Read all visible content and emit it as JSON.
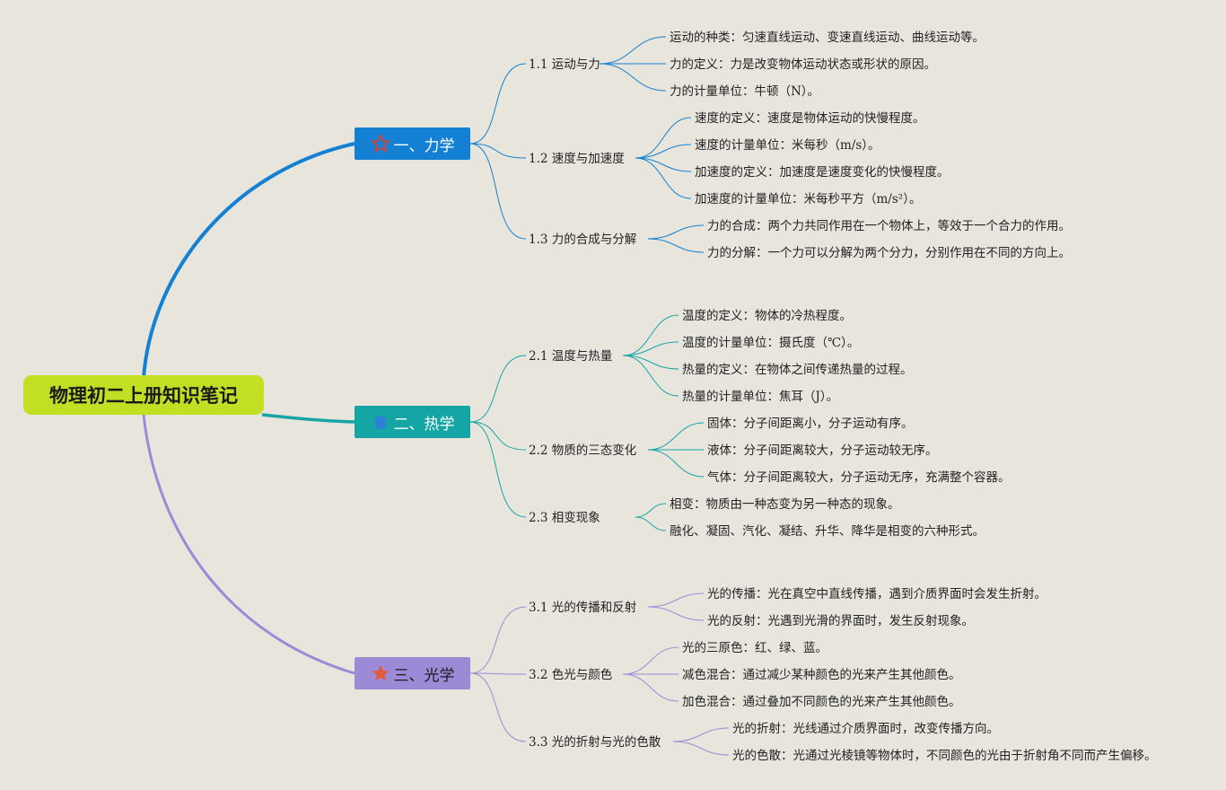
{
  "root": {
    "label": "物理初二上册知识笔记",
    "color": "#c2df24"
  },
  "branches": [
    {
      "label": "一、力学",
      "color": "#1380d3",
      "icon": "star-outline-icon",
      "icon_color": "#d0453a",
      "topics": [
        {
          "label": "1.1 运动与力",
          "leaves": [
            "运动的种类：匀速直线运动、变速直线运动、曲线运动等。",
            "力的定义：力是改变物体运动状态或形状的原因。",
            "力的计量单位：牛顿（N）。"
          ]
        },
        {
          "label": "1.2 速度与加速度",
          "leaves": [
            "速度的定义：速度是物体运动的快慢程度。",
            "速度的计量单位：米每秒（m/s）。",
            "加速度的定义：加速度是速度变化的快慢程度。",
            "加速度的计量单位：米每秒平方（m/s²）。"
          ]
        },
        {
          "label": "1.3 力的合成与分解",
          "leaves": [
            "力的合成：两个力共同作用在一个物体上，等效于一个合力的作用。",
            "力的分解：一个力可以分解为两个分力，分别作用在不同的方向上。"
          ]
        }
      ]
    },
    {
      "label": "二、热学",
      "color": "#16a5a5",
      "icon": "house-icon",
      "icon_color": "#2f7fd9",
      "topics": [
        {
          "label": "2.1 温度与热量",
          "leaves": [
            "温度的定义：物体的冷热程度。",
            "温度的计量单位：摄氏度（℃）。",
            "热量的定义：在物体之间传递热量的过程。",
            "热量的计量单位：焦耳（J）。"
          ]
        },
        {
          "label": "2.2 物质的三态变化",
          "leaves": [
            "固体：分子间距离小，分子运动有序。",
            "液体：分子间距离较大，分子运动较无序。",
            "气体：分子间距离较大，分子运动无序，充满整个容器。"
          ]
        },
        {
          "label": "2.3 相变现象",
          "leaves": [
            "相变：物质由一种态变为另一种态的现象。",
            "融化、凝固、汽化、凝结、升华、降华是相变的六种形式。"
          ]
        }
      ]
    },
    {
      "label": "三、光学",
      "color": "#9d8ad6",
      "icon": "star-filled-icon",
      "icon_color": "#e35a3a",
      "topics": [
        {
          "label": "3.1 光的传播和反射",
          "leaves": [
            "光的传播：光在真空中直线传播，遇到介质界面时会发生折射。",
            "光的反射：光遇到光滑的界面时，发生反射现象。"
          ]
        },
        {
          "label": "3.2 色光与颜色",
          "leaves": [
            "光的三原色：红、绿、蓝。",
            "减色混合：通过减少某种颜色的光来产生其他颜色。",
            "加色混合：通过叠加不同颜色的光来产生其他颜色。"
          ]
        },
        {
          "label": "3.3 光的折射与光的色散",
          "leaves": [
            "光的折射：光线通过介质界面时，改变传播方向。",
            "光的色散：光通过光棱镜等物体时，不同颜色的光由于折射角不同而产生偏移。"
          ]
        }
      ]
    }
  ]
}
